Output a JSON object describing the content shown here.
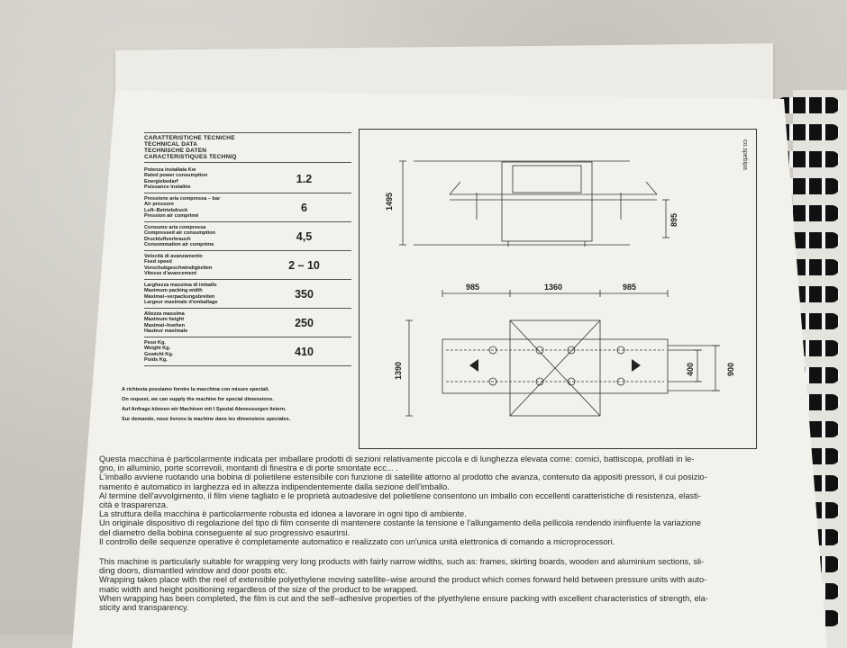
{
  "spec": {
    "header": [
      "CARATTERISTICHE TECNICHE",
      "TECHNICAL DATA",
      "TECHNISCHE DATEN",
      "CARACTERISTIQUES TECHNIQ"
    ],
    "rows": [
      {
        "labels": [
          "Potenza installata Kw",
          "Rated power consumption",
          "Energiebedarf",
          "Puissance installée"
        ],
        "value": "1.2"
      },
      {
        "labels": [
          "Pressione aria compressa – bar",
          "Air pressure",
          "Luft–Betriebdruck",
          "Pression air comprimé"
        ],
        "value": "6"
      },
      {
        "labels": [
          "Consumo aria compressa",
          "Compressed air consumption",
          "Druckluftverbrauch",
          "Consommation air comprime"
        ],
        "value": "4,5"
      },
      {
        "labels": [
          "Velocità di avanzamento",
          "Feed speed",
          "Vorschubgeschwindigkeiten",
          "Vitesse d'avancement"
        ],
        "value": "2 – 10"
      },
      {
        "labels": [
          "Larghezza massima di imballo",
          "Maximum packing width",
          "Maximal–verpackungsbreiten",
          "Largeur maximale d'emballage"
        ],
        "value": "350"
      },
      {
        "labels": [
          "Altezza massima",
          "Maximum height",
          "Maximal–hoehen",
          "Hauteur maximale"
        ],
        "value": "250"
      },
      {
        "labels": [
          "Peso Kg.",
          "Weight Kg.",
          "Gewicht Kg.",
          "Poids Kg."
        ],
        "value": "410"
      }
    ],
    "notes": [
      "A richiesta possiamo fornire la macchina con misure speciali.",
      "On request, we can supply the machine for special dimensions.",
      "Auf Anfrage können wir Machinen mit I Spezial Abmessurgen lietern.",
      "Sur demande, nous livrons la machine dans les dimensions speciales."
    ]
  },
  "drawing": {
    "dims_side": {
      "height": "1495",
      "height2": "895"
    },
    "dims_top": {
      "left": "985",
      "center": "1360",
      "right": "985",
      "depth": "1390",
      "inner1": "400",
      "inner2": "900"
    },
    "vendor_mark": "co.spebipa"
  },
  "text": {
    "it": [
      "Questa macchina è particolarmente indicata per imballare prodotti di sezioni relativamente piccola e di lunghezza elevata come: cornici, battiscopa, profilati in le-",
      "gno, in alluminio, porte scorrevoli, montanti di finestra e di porte smontate ecc... .",
      "L'imballo avviene ruotando una bobina di polietilene estensibile con funzione di satellite attorno al prodotto che avanza, contenuto da appositi pressori, il cui posizio-",
      "namento è automatico in larghezza ed in altezza indipendentemente dalla sezione dell'imballo.",
      "Al termine dell'avvolgimento, il film viene tagliato e le proprietà autoadesive del polietilene consentono un imballo con eccellenti caratteristiche di resistenza, elasti-",
      "cità e trasparenza.",
      "La struttura della macchina è particolarmente robusta ed idonea a lavorare in ogni tipo di ambiente.",
      "Un originale dispositivo di regolazione del tipo di film consente di mantenere costante la tensione e l'allungamento della pellicola rendendo ininfluente la variazione",
      "del diametro della bobina conseguente al suo progressivo esaurirsi.",
      "Il controllo delle sequenze operative è completamente automatico e realizzato con un'unica unità elettronica di comando a microprocessori."
    ],
    "en": [
      "This machine is particularly suitable for wrapping very long products with fairly narrow widths, such as: frames, skirting boards, wooden and aluminium sections, sli-",
      "ding doors, dismantled window and door posts etc.",
      "Wrapping takes place with the reel of extensible polyethylene moving satellite–wise around the product which comes forward held between pressure units with auto-",
      "matic width and height positioning regardless of the size of the product to be wrapped.",
      "When wrapping has been completed, the film is cut and the self–adhesive properties of the plyethylene ensure packing with excellent characteristics of strength, ela-",
      "sticity and transparency."
    ]
  }
}
